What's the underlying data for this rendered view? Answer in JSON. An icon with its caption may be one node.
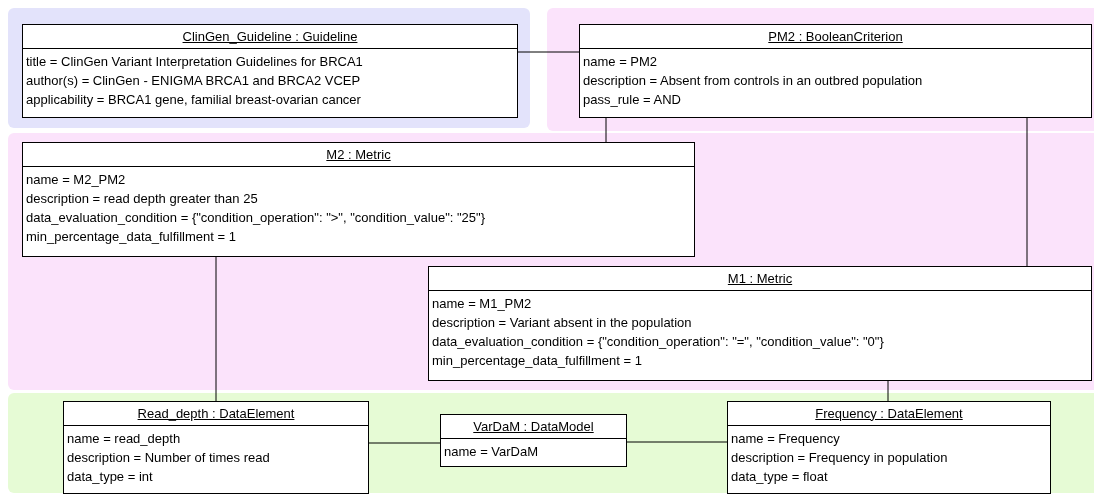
{
  "diagram": {
    "nodes": [
      {
        "text": [
          "ClinGen_Guideline : Guideline",
          "title = ClinGen Variant Interpretation Guidelines for BRCA1",
          "author(s) = ClinGen - ENIGMA BRCA1 and BRCA2 VCEP",
          "applicability = BRCA1 gene, familial breast-ovarian cancer"
        ]
      },
      {
        "text": [
          "PM2 : BooleanCriterion",
          "name = PM2",
          "description = Absent from controls in an outbred population",
          "pass_rule = AND"
        ]
      },
      {
        "text": [
          "M2 : Metric",
          "name = M2_PM2",
          "description = read depth greater than 25",
          "data_evaluation_condition = {\"condition_operation\": \">\", \"condition_value\": \"25\"}",
          "min_percentage_data_fulfillment = 1"
        ]
      },
      {
        "text": [
          "M1 : Metric",
          "name = M1_PM2",
          "description = Variant absent in the population",
          "data_evaluation_condition = {\"condition_operation\": \"=\", \"condition_value\": \"0\"}",
          "min_percentage_data_fulfillment = 1"
        ]
      },
      {
        "text": [
          "Read_depth : DataElement",
          "name = read_depth",
          "description = Number of times read",
          "data_type = int"
        ]
      },
      {
        "text": [
          "VarDaM : DataModel",
          "name = VarDaM"
        ]
      },
      {
        "text": [
          "Frequency : DataElement",
          "name = Frequency",
          "description = Frequency in population",
          "data_type = float"
        ]
      }
    ],
    "edges": [
      {
        "from": 0,
        "to": 1,
        "arrow": "none"
      },
      {
        "from": 1,
        "to": 2,
        "arrow": "none"
      },
      {
        "from": 1,
        "to": 3,
        "arrow": "none"
      },
      {
        "from": 2,
        "to": 4,
        "arrow": "none"
      },
      {
        "from": 3,
        "to": 6,
        "arrow": "none"
      },
      {
        "from": 4,
        "to": 5,
        "arrow": "none"
      },
      {
        "from": 5,
        "to": 6,
        "arrow": "none"
      }
    ]
  }
}
